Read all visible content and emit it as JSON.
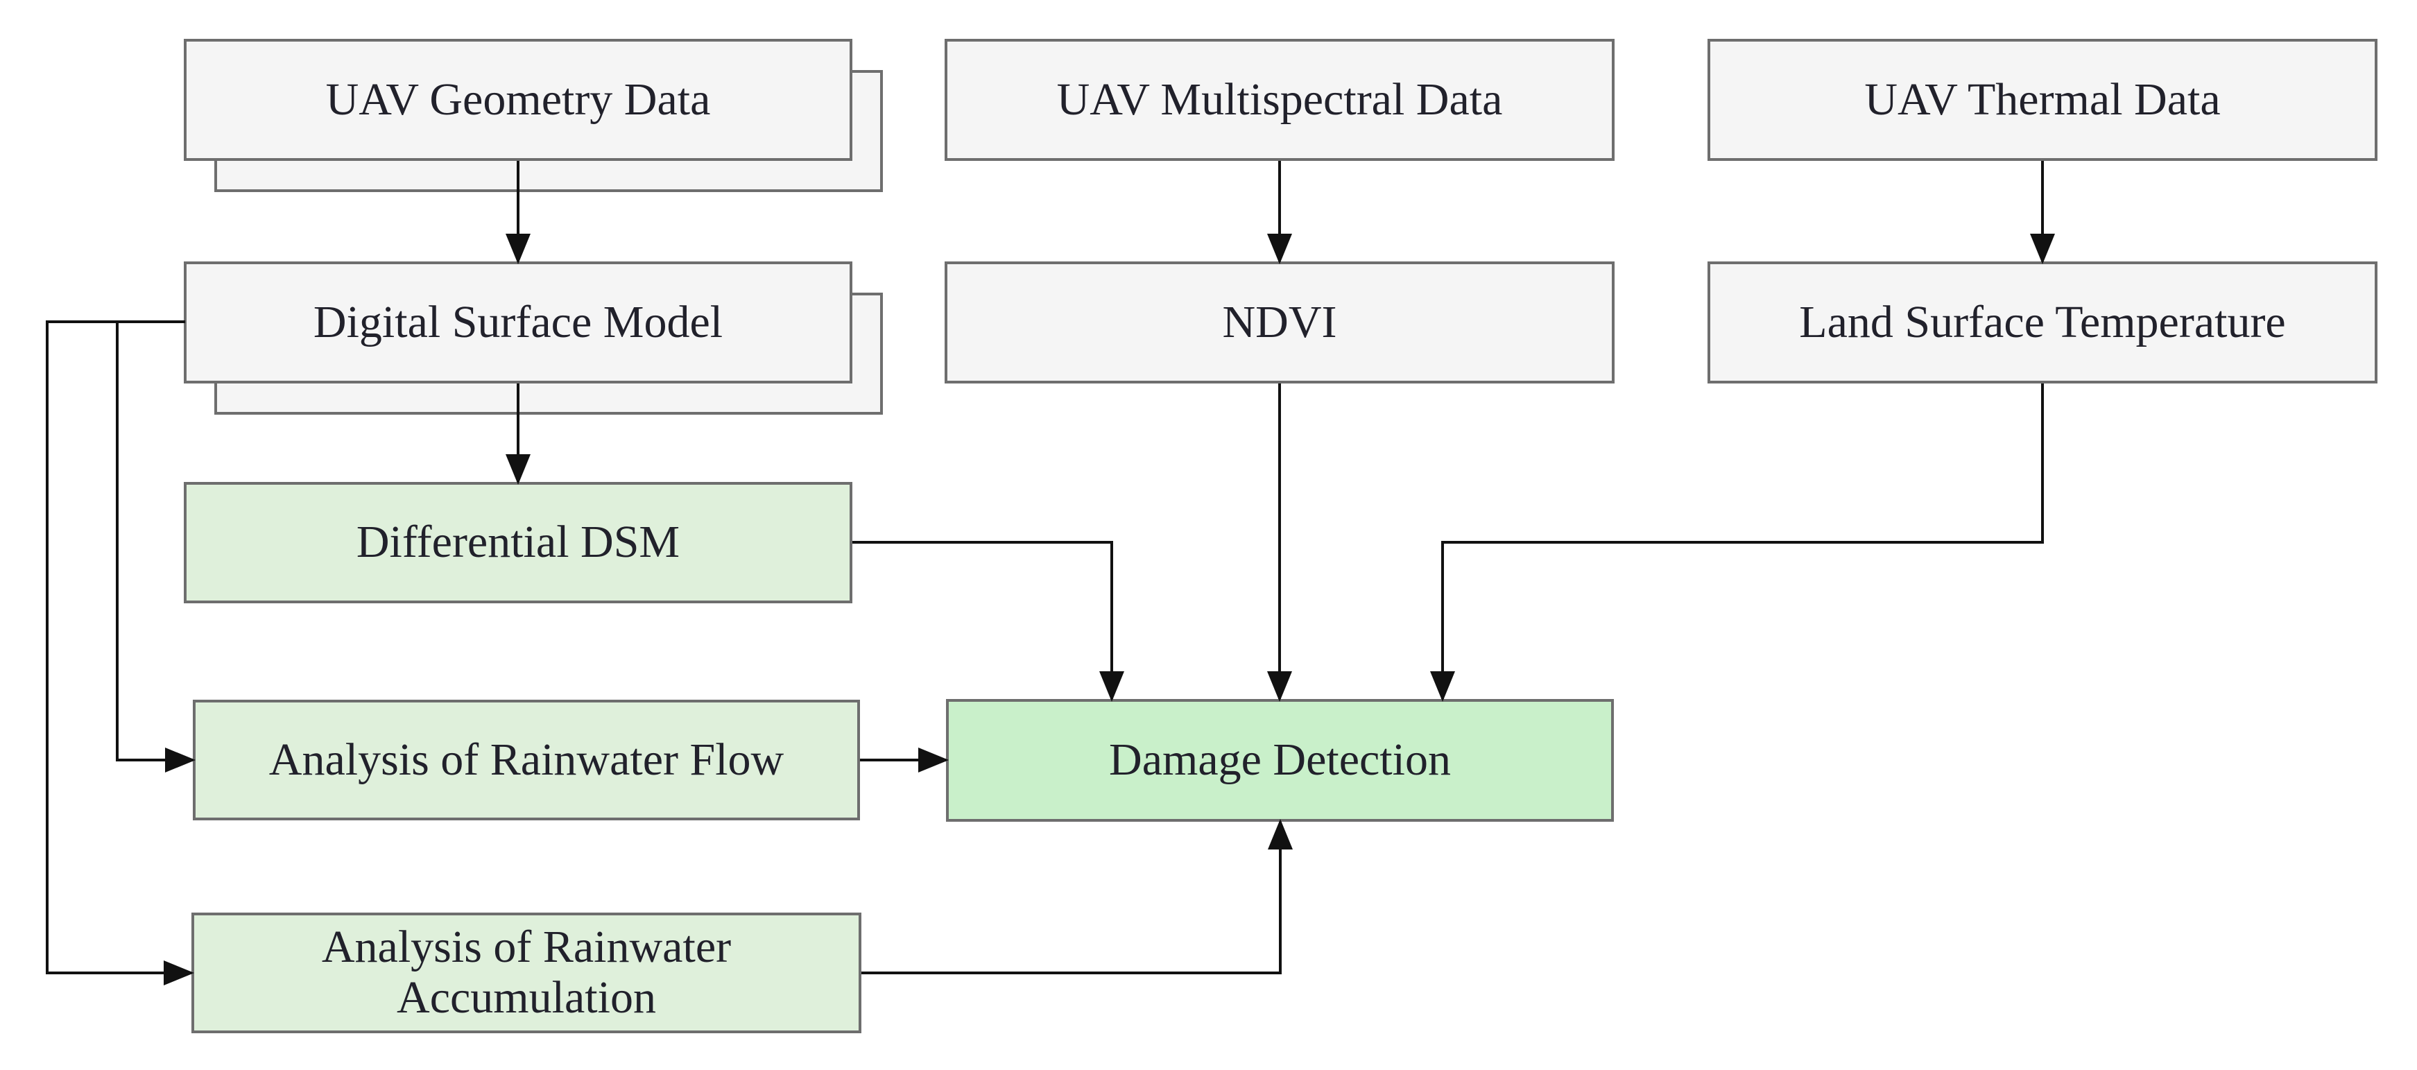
{
  "diagram": {
    "nodes": {
      "uav_geometry": {
        "label": "UAV Geometry Data",
        "kind": "data-source-stack",
        "fill": "#f5f5f5"
      },
      "digital_surface_model": {
        "label": "Digital Surface Model",
        "kind": "derived-data-stack",
        "fill": "#f5f5f5"
      },
      "differential_dsm": {
        "label": "Differential DSM",
        "kind": "process",
        "fill": "#dff0db"
      },
      "rainwater_flow": {
        "label": "Analysis of Rainwater Flow",
        "kind": "process",
        "fill": "#dff0db"
      },
      "rainwater_accumulation": {
        "label": "Analysis of Rainwater Accumulation",
        "kind": "process",
        "fill": "#dff0db"
      },
      "uav_multispectral": {
        "label": "UAV Multispectral Data",
        "kind": "data-source",
        "fill": "#f5f5f5"
      },
      "ndvi": {
        "label": "NDVI",
        "kind": "derived-data",
        "fill": "#f5f5f5"
      },
      "uav_thermal": {
        "label": "UAV Thermal Data",
        "kind": "data-source",
        "fill": "#f5f5f5"
      },
      "land_surface_temperature": {
        "label": "Land Surface Temperature",
        "kind": "derived-data",
        "fill": "#f5f5f5"
      },
      "damage_detection": {
        "label": "Damage Detection",
        "kind": "result",
        "fill": "#c9f0ca"
      }
    },
    "edges": [
      {
        "from": "uav_geometry",
        "to": "digital_surface_model"
      },
      {
        "from": "digital_surface_model",
        "to": "differential_dsm"
      },
      {
        "from": "digital_surface_model",
        "to": "rainwater_flow"
      },
      {
        "from": "digital_surface_model",
        "to": "rainwater_accumulation"
      },
      {
        "from": "uav_multispectral",
        "to": "ndvi"
      },
      {
        "from": "uav_thermal",
        "to": "land_surface_temperature"
      },
      {
        "from": "differential_dsm",
        "to": "damage_detection"
      },
      {
        "from": "ndvi",
        "to": "damage_detection"
      },
      {
        "from": "land_surface_temperature",
        "to": "damage_detection"
      },
      {
        "from": "rainwater_flow",
        "to": "damage_detection"
      },
      {
        "from": "rainwater_accumulation",
        "to": "damage_detection"
      }
    ],
    "colors": {
      "background": "#ffffff",
      "box_gray_fill": "#f5f5f5",
      "box_light_green_fill": "#dff0db",
      "box_green_fill": "#c9f0ca",
      "box_border": "#6e6e6e",
      "connector": "#111111",
      "text": "#21212b"
    }
  }
}
